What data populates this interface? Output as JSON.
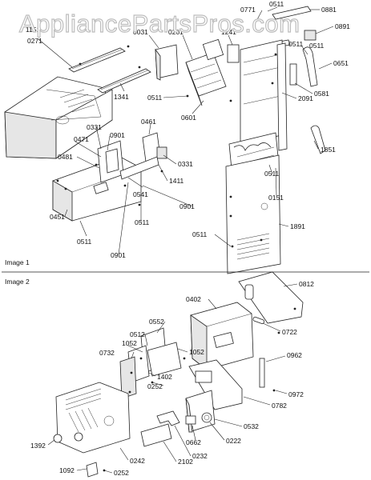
{
  "watermark": "AppliancePartsPros.com",
  "image1": {
    "caption": "Image 1",
    "labels": [
      "0511",
      "0881",
      "0771",
      "1241",
      "0891",
      "1151",
      "0271",
      "0031",
      "0201",
      "0511",
      "0651",
      "0581",
      "0511",
      "2091",
      "1341",
      "0511",
      "0601",
      "0461",
      "0331",
      "0901",
      "0471",
      "1851",
      "0481",
      "0331",
      "1411",
      "0511",
      "0541",
      "0151",
      "0451",
      "0901",
      "0511",
      "1891",
      "0511",
      "0511",
      "0901"
    ]
  },
  "image2": {
    "caption": "Image 2",
    "labels": [
      "0812",
      "0402",
      "0722",
      "0552",
      "1052",
      "0512",
      "0732",
      "1052",
      "0962",
      "1402",
      "0252",
      "0782",
      "0972",
      "0532",
      "0662",
      "0222",
      "1392",
      "0232",
      "0242",
      "2102",
      "1092",
      "0252"
    ]
  }
}
